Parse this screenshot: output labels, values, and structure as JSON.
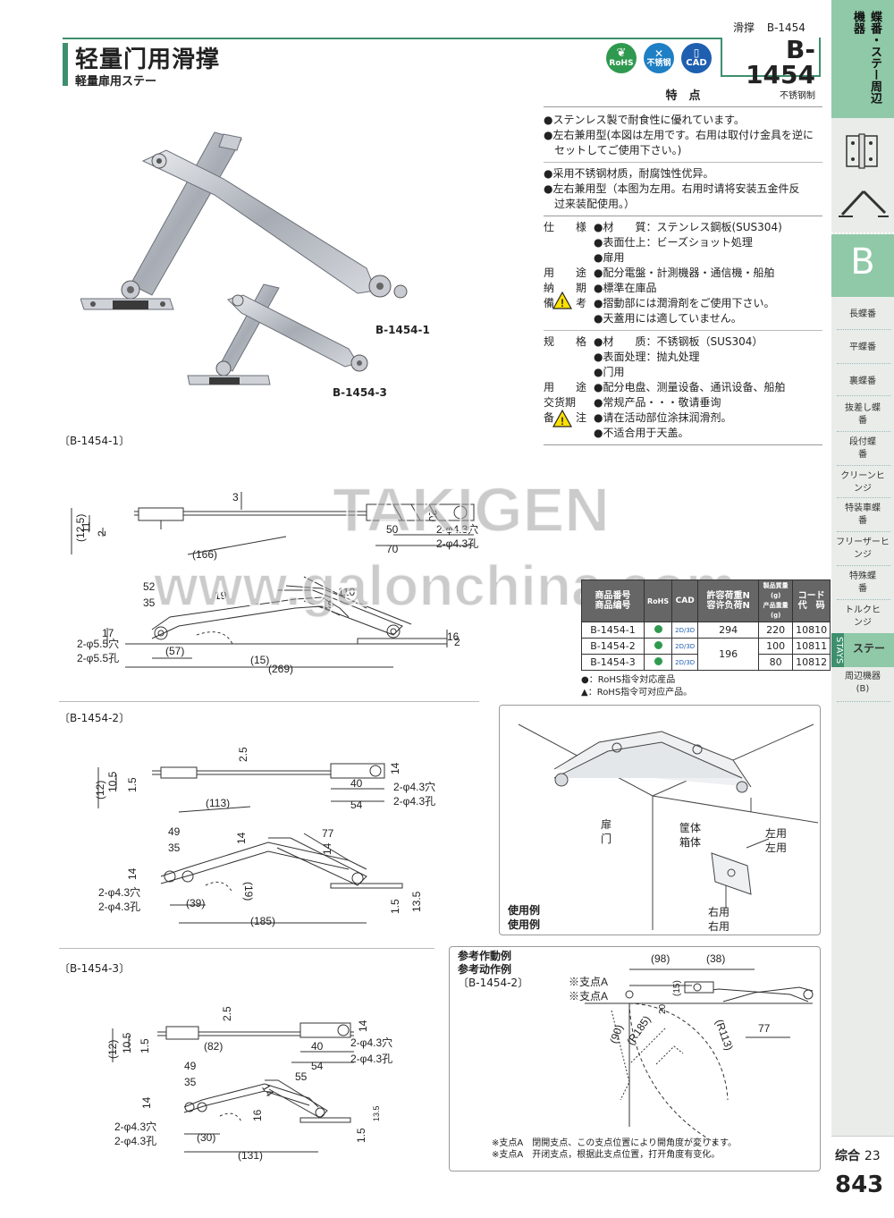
{
  "header": {
    "series": "滑撑",
    "series_code": "B-1454",
    "title_cn": "轻量门用滑撑",
    "title_jp": "軽量扉用ステー",
    "badges": {
      "rohs": "RoHS",
      "stainless": "不锈钢",
      "cad": "CAD"
    },
    "model": "B-1454",
    "model_material": "不锈钢制",
    "accent_color": "#3d8f6e"
  },
  "product_labels": {
    "large": "B-1454-1",
    "small": "B-1454-3"
  },
  "features": {
    "title": "特　点",
    "jp": [
      "●ステンレス製で耐食性に優れています。",
      "●左右兼用型(本図は左用です。右用は取付け金具を逆に",
      "セットしてご使用下さい。)"
    ],
    "cn": [
      "●采用不锈钢材质，耐腐蚀性优异。",
      "●左右兼用型（本图为左用。右用时请将安装五金件反",
      "过来装配使用。）"
    ]
  },
  "specs_jp": {
    "rows": [
      {
        "label": "仕　様",
        "values": [
          "●材　　質：ステンレス鋼板(SUS304)",
          "●表面仕上：ビーズショット処理",
          "●扉用"
        ]
      },
      {
        "label": "用　途",
        "values": [
          "●配分電盤・計測機器・通信機・船舶"
        ]
      },
      {
        "label": "納　期",
        "values": [
          "●標準在庫品"
        ]
      },
      {
        "label": "備　考",
        "values": [
          "●摺動部には潤滑剤をご使用下さい。",
          "●天蓋用には適していません。"
        ]
      }
    ]
  },
  "specs_cn": {
    "rows": [
      {
        "label": "规　格",
        "values": [
          "●材　　质：不锈钢板（SUS304）",
          "●表面处理：抛丸处理",
          "●门用"
        ]
      },
      {
        "label": "用　途",
        "values": [
          "●配分电盘、测量设备、通讯设备、船舶"
        ]
      },
      {
        "label": "交货期",
        "values": [
          "●常规产品・・・敬请垂询"
        ]
      },
      {
        "label": "备　注",
        "values": [
          "●请在活动部位涂抹润滑剂。",
          "●不适合用于天盖。"
        ]
      }
    ]
  },
  "sections": {
    "s1": "〔B-1454-1〕",
    "s2": "〔B-1454-2〕",
    "s3": "〔B-1454-3〕"
  },
  "dims1": {
    "d3": "3",
    "d12_5": "(12.5)",
    "d11": "11",
    "d2": "2",
    "d20": "20",
    "d50": "50",
    "d70": "70",
    "hole_jp": "2-φ4.3穴",
    "hole_cn": "2-φ4.3孔",
    "d166": "(166)",
    "d110": "110",
    "d52": "52",
    "d35": "35",
    "d19a": "19",
    "d19b": "19",
    "d17": "17",
    "d57": "(57)",
    "d15": "(15)",
    "d269": "(269)",
    "d2b": "2",
    "d16": "16",
    "hole2_jp": "2-φ5.5穴",
    "hole2_cn": "2-φ5.5孔"
  },
  "dims2": {
    "d2_5": "2.5",
    "d12": "(12)",
    "d10_5": "10.5",
    "d1_5": "1.5",
    "d14": "14",
    "d40": "40",
    "d54": "54",
    "hole_jp": "2-φ4.3穴",
    "hole_cn": "2-φ4.3孔",
    "d113": "(113)",
    "d49": "49",
    "d35": "35",
    "d14b": "14",
    "d77": "77",
    "d14c": "14",
    "d14d": "14",
    "d19": "(19)",
    "d39": "(39)",
    "d185": "(185)",
    "d1_5b": "1.5",
    "d13_5": "13.5",
    "hole2_jp": "2-φ4.3穴",
    "hole2_cn": "2-φ4.3孔"
  },
  "dims3": {
    "d2_5": "2.5",
    "d12": "(12)",
    "d10_5": "10.5",
    "d1_5": "1.5",
    "d14": "14",
    "d40": "40",
    "d54": "54",
    "hole_jp": "2-φ4.3穴",
    "hole_cn": "2-φ4.3孔",
    "d82": "(82)",
    "d49": "49",
    "d35": "35",
    "d55": "55",
    "d14b": "14",
    "d14c": "14",
    "d16": "16",
    "d30": "(30)",
    "d131": "(131)",
    "d13_5": "13.5",
    "d1_5b": "1.5",
    "hole2_jp": "2-φ4.3穴",
    "hole2_cn": "2-φ4.3孔"
  },
  "table": {
    "headers": {
      "code_jp": "商品番号",
      "code_cn": "商品编号",
      "rohs": "RoHS",
      "cad": "CAD",
      "load_jp": "許容荷重N",
      "load_cn": "容许负荷N",
      "weight_jp": "製品質量(g)",
      "weight_cn": "产品重量(g)",
      "cord_jp": "コード",
      "cord_cn": "代　码"
    },
    "rows": [
      {
        "code": "B-1454-1",
        "cad": "2D/3D",
        "load": "294",
        "weight": "220",
        "cord": "10810"
      },
      {
        "code": "B-1454-2",
        "cad": "2D/3D",
        "load": "196",
        "weight": "100",
        "cord": "10811"
      },
      {
        "code": "B-1454-3",
        "cad": "2D/3D",
        "load": "",
        "weight": "80",
        "cord": "10812"
      }
    ],
    "notes": [
      "●：RoHS指令対応産品",
      "▲：RoHS指令可对应产品。"
    ]
  },
  "usage": {
    "door": "扉门",
    "door_l1": "扉",
    "door_l2": "门",
    "box_l1": "筐体",
    "box_l2": "箱体",
    "left_l1": "左用",
    "left_l2": "左用",
    "right_l1": "右用",
    "right_l2": "右用",
    "example_l1": "使用例",
    "example_l2": "使用例"
  },
  "motion": {
    "title_jp": "参考作動例",
    "title_cn": "参考动作例",
    "model": "〔B-1454-2〕",
    "pivot_jp": "※支点A",
    "pivot_cn": "※支点A",
    "d98": "(98)",
    "d38": "(38)",
    "d15": "(15)",
    "d20": "20",
    "d90": "(90)",
    "r185": "(R185)",
    "r113": "(R113)",
    "d77": "77",
    "note_jp": "※支点A　閉開支点、この支点位置により開角度が変ります。",
    "note_cn": "※支点A　开闭支点，根据此支点位置，打开角度有变化。"
  },
  "watermark": {
    "top": "TAKIGEN",
    "bottom": "www.galonchina.com"
  },
  "sidebar": {
    "heading": "蝶番・ステー周辺機器",
    "letter": "B",
    "items": [
      "長蝶番",
      "平蝶番",
      "裏蝶番",
      "抜差し蝶番",
      "段付蝶番",
      "クリーンヒンジ",
      "特装車蝶番",
      "フリーザーヒンジ",
      "特殊蝶番",
      "トルクヒンジ"
    ],
    "active_en": "STAYS",
    "active": "ステー",
    "after": "周辺機器(B)",
    "green": "#8fc9a8"
  },
  "footer": {
    "label": "综合",
    "num": "23",
    "page": "843"
  }
}
